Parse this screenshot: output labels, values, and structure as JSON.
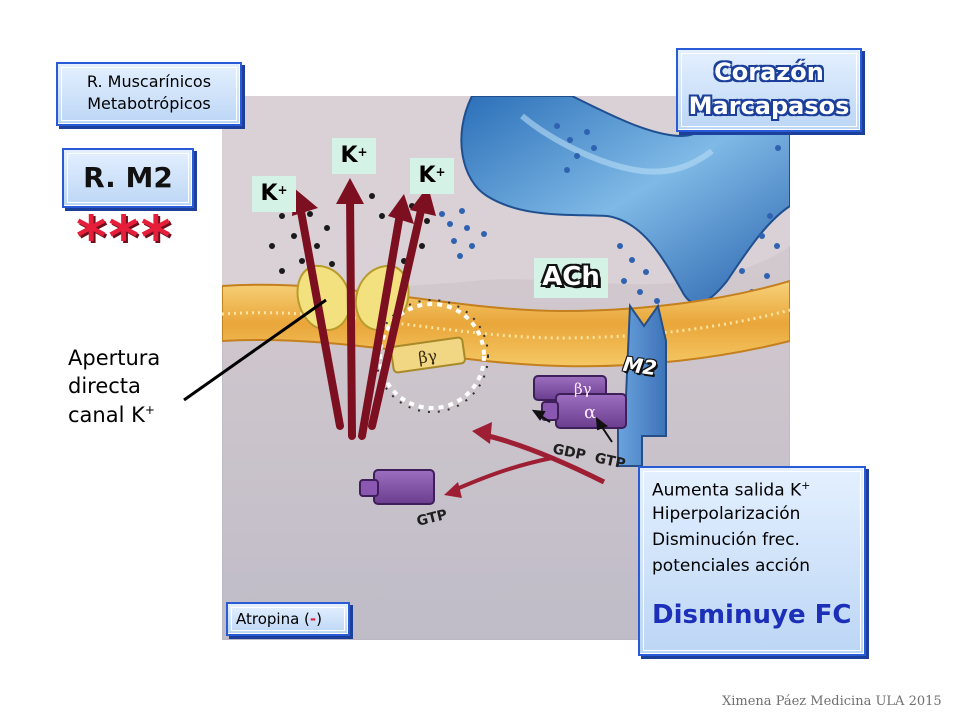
{
  "title_box": {
    "line1": "Corazón",
    "line2": "Marcapasos"
  },
  "receptor_box": {
    "line1": "R. Muscarínicos",
    "line2": "Metabotrópicos"
  },
  "subtype_box": {
    "label": "R. M2"
  },
  "stars": "***",
  "potassium": {
    "label": "K",
    "charge": "+"
  },
  "ligand": {
    "label": "ACh"
  },
  "receptor_label": "M2",
  "annotation": {
    "line1": "Apertura",
    "line2": "directa",
    "line3": "canal K",
    "charge": "+"
  },
  "molecule_labels": {
    "beta_gamma": "βγ",
    "alpha": "α",
    "gdp": "GDP",
    "gtp": "GTP",
    "gtp_free": "GTP"
  },
  "effects_box": {
    "line1": "Aumenta salida K",
    "line1_charge": "+",
    "line2": "Hiperpolarización",
    "line3": "Disminución frec.",
    "line4": "potenciales acción",
    "conclusion": "Disminuye FC"
  },
  "antagonist_box": {
    "text": "Atropina (",
    "sign": "-",
    "end": ")"
  },
  "credit": "Ximena Páez Medicina ULA 2015",
  "colors": {
    "box_border": "#2a5bd7",
    "box_fill": "#cfe2fa",
    "title_text": "#ffffff",
    "conclusion_text": "#1c2fb8",
    "stars": "#e61e3a",
    "arrows": "#7d1020",
    "membrane": "#f0b848",
    "g_protein": "#7f4aa3",
    "receptor": "#4f87c9"
  }
}
